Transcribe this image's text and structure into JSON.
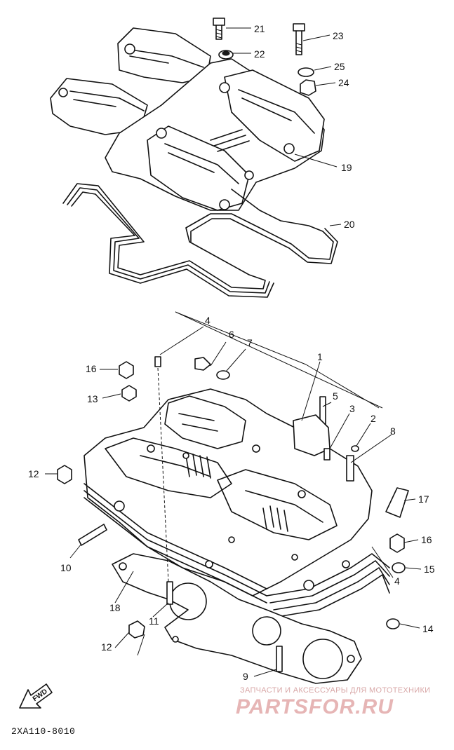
{
  "diagram_code": "2XA110-8010",
  "watermark": {
    "line1": "ЗАПЧАСТИ И АКСЕССУАРЫ ДЛЯ МОТОТЕХНИКИ",
    "line2": "PARTSFOR.RU"
  },
  "fwd_label": "FWD",
  "callouts": {
    "c1": "1",
    "c2": "2",
    "c3": "3",
    "c4": "4",
    "c4b": "4",
    "c5": "5",
    "c6": "6",
    "c7": "7",
    "c8": "8",
    "c9": "9",
    "c10": "10",
    "c11": "11",
    "c12a": "12",
    "c12b": "12",
    "c13": "13",
    "c14": "14",
    "c15": "15",
    "c16a": "16",
    "c16b": "16",
    "c17": "17",
    "c18": "18",
    "c19": "19",
    "c20": "20",
    "c21": "21",
    "c22": "22",
    "c23": "23",
    "c24": "24",
    "c25": "25"
  }
}
